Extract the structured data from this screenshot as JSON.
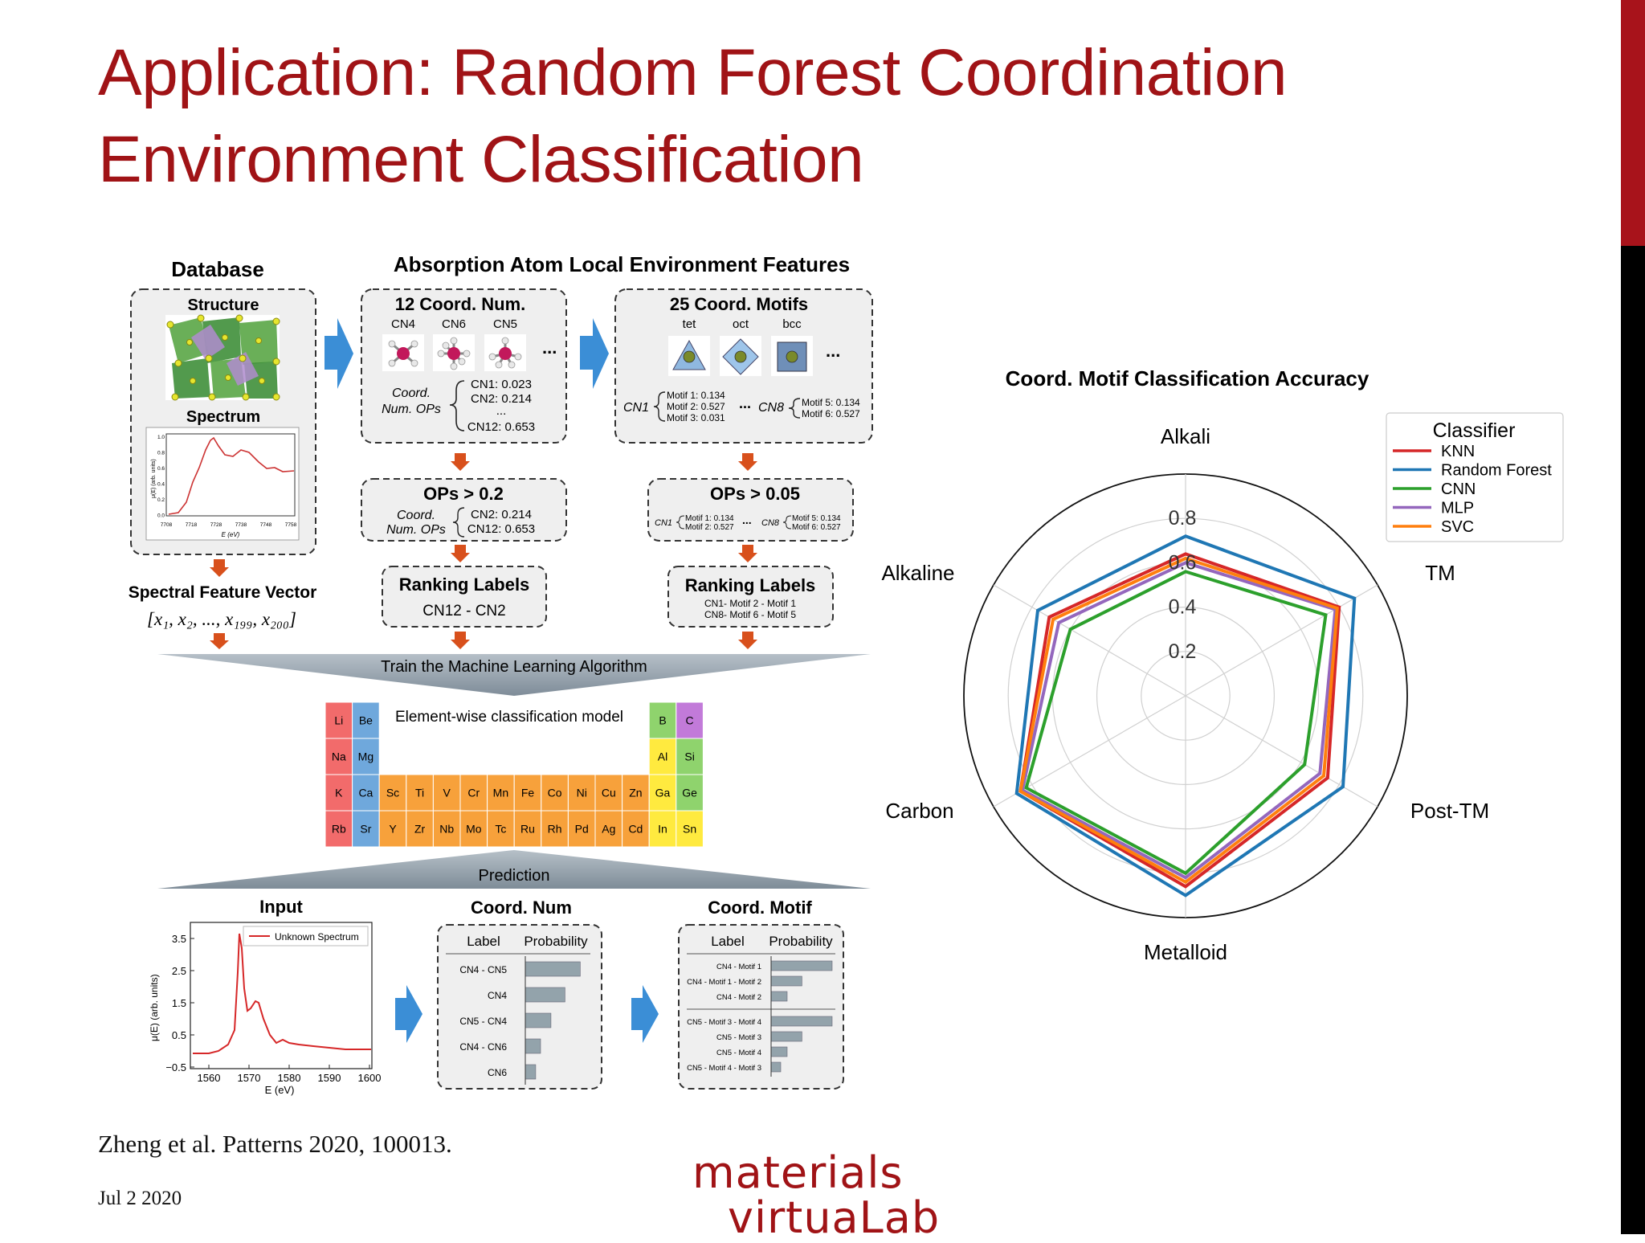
{
  "slide": {
    "title_line1": "Application: Random Forest Coordination",
    "title_line2": "Environment Classification",
    "citation": "Zheng et al. Patterns 2020, 100013.",
    "date": "Jul 2 2020",
    "logo_line1": "materials",
    "logo_line2": "virtuaLab"
  },
  "workflow": {
    "database_heading": "Database",
    "structure_label": "Structure",
    "spectrum_label": "Spectrum",
    "spectral_vector_label": "Spectral Feature Vector",
    "spectral_vector_formula": "[x₁, x₂, ..., x₁₉₉, x₂₀₀]",
    "features_heading": "Absorption Atom Local Environment Features",
    "coord_num_heading": "12 Coord. Num.",
    "cn_icons": [
      "CN4",
      "CN6",
      "CN5"
    ],
    "ellipsis": "...",
    "coord_num_ops_label1": "Coord.",
    "coord_num_ops_label2": "Num. OPs",
    "cn_ops_values": [
      "CN1: 0.023",
      "CN2: 0.214",
      "...",
      "CN12: 0.653"
    ],
    "coord_motif_heading": "25 Coord. Motifs",
    "motif_icons": [
      "tet",
      "oct",
      "bcc"
    ],
    "cn1_label": "CN1",
    "cn1_motifs": [
      "Motif 1: 0.134",
      "Motif 2: 0.527",
      "Motif 3: 0.031"
    ],
    "cn8_label": "CN8",
    "cn8_motifs": [
      "Motif 5: 0.134",
      "Motif 6: 0.527"
    ],
    "ops_threshold_left": "OPs > 0.2",
    "ops_left_values": [
      "CN2: 0.214",
      "CN12: 0.653"
    ],
    "ops_threshold_right": "OPs > 0.05",
    "ops_right_cn1": [
      "Motif 1: 0.134",
      "Motif 2: 0.527"
    ],
    "ops_right_cn8": [
      "Motif 5: 0.134",
      "Motif 6: 0.527"
    ],
    "ranking_labels": "Ranking Labels",
    "ranking_left_value": "CN12 - CN2",
    "ranking_right_values": [
      "CN1- Motif 2 - Motif 1",
      "CN8- Motif 6 - Motif 5"
    ],
    "train_banner": "Train the Machine Learning Algorithm",
    "model_caption": "Element-wise classification model",
    "prediction_banner": "Prediction",
    "input_heading": "Input",
    "legend_unknown": "Unknown Spectrum",
    "input_xlabel": "E (eV)",
    "input_ylabel": "μ(E) (arb. units)",
    "input_yticks": [
      "3.5",
      "2.5",
      "1.5",
      "0.5",
      "−0.5"
    ],
    "input_xticks": [
      "1560",
      "1570",
      "1580",
      "1590",
      "1600"
    ],
    "spectrum_xlabel": "E (eV)",
    "spectrum_ylabel": "μ(E) (arb. units)",
    "spectrum_yticks": [
      "1.0",
      "0.8",
      "0.6",
      "0.4",
      "0.2",
      "0.0"
    ],
    "spectrum_xticks": [
      "7708",
      "7718",
      "7728",
      "7738",
      "7748",
      "7758"
    ],
    "coord_num_result_heading": "Coord. Num",
    "coord_motif_result_heading": "Coord. Motif",
    "table_col_label": "Label",
    "table_col_prob": "Probability",
    "cn_predictions": [
      {
        "label": "CN4 - CN5",
        "p": 0.9
      },
      {
        "label": "CN4",
        "p": 0.65
      },
      {
        "label": "CN5 - CN4",
        "p": 0.42
      },
      {
        "label": "CN4 - CN6",
        "p": 0.25
      },
      {
        "label": "CN6",
        "p": 0.17
      }
    ],
    "motif_predictions": [
      {
        "label": "CN4 - Motif 1",
        "p": 0.95
      },
      {
        "label": "CN4 - Motif 1 - Motif 2",
        "p": 0.48
      },
      {
        "label": "CN4 - Motif 2",
        "p": 0.25
      },
      {
        "label": "CN5 - Motif 3 - Motif 4",
        "p": 0.95
      },
      {
        "label": "CN5 - Motif 3",
        "p": 0.48
      },
      {
        "label": "CN5 - Motif 4",
        "p": 0.25
      },
      {
        "label": "CN5 - Motif 4 - Motif 3",
        "p": 0.15
      }
    ],
    "periodic_table": {
      "left": [
        [
          "Li",
          "Be"
        ],
        [
          "Na",
          "Mg"
        ],
        [
          "K",
          "Ca"
        ],
        [
          "Rb",
          "Sr"
        ]
      ],
      "tm": [
        [
          "Sc",
          "Ti",
          "V",
          "Cr",
          "Mn",
          "Fe",
          "Co",
          "Ni",
          "Cu",
          "Zn"
        ],
        [
          "Y",
          "Zr",
          "Nb",
          "Mo",
          "Tc",
          "Ru",
          "Rh",
          "Pd",
          "Ag",
          "Cd"
        ]
      ],
      "right": [
        [
          "B",
          "C"
        ],
        [
          "Al",
          "Si"
        ],
        [
          "Ga",
          "Ge"
        ],
        [
          "In",
          "Sn"
        ]
      ]
    },
    "colors": {
      "alkali": "#f26b6b",
      "alkaline": "#6fa8dc",
      "tm": "#f7a13b",
      "metalloid": "#8fd36d",
      "post_tm": "#ffea3f",
      "carbon": "#c27ad9",
      "arrow_blue": "#3b8ed6",
      "arrow_orange": "#d8501c"
    }
  },
  "chart_data": {
    "type": "radar",
    "title": "Coord. Motif Classification Accuracy",
    "axes": [
      "Alkali",
      "TM",
      "Post-TM",
      "Metalloid",
      "Carbon",
      "Alkaline"
    ],
    "rlim": [
      0,
      1
    ],
    "r_ticks": [
      "0.2",
      "0.4",
      "0.6",
      "0.8"
    ],
    "legend_title": "Classifier",
    "legend_position": "top-right",
    "series": [
      {
        "name": "KNN",
        "color": "#d62728",
        "values": [
          0.64,
          0.8,
          0.74,
          0.86,
          0.86,
          0.71
        ]
      },
      {
        "name": "Random Forest",
        "color": "#1f77b4",
        "values": [
          0.72,
          0.88,
          0.82,
          0.9,
          0.88,
          0.77
        ]
      },
      {
        "name": "CNN",
        "color": "#2ca02c",
        "values": [
          0.56,
          0.73,
          0.62,
          0.8,
          0.83,
          0.6
        ]
      },
      {
        "name": "MLP",
        "color": "#9467bd",
        "values": [
          0.6,
          0.78,
          0.7,
          0.82,
          0.85,
          0.66
        ]
      },
      {
        "name": "SVC",
        "color": "#ff7f0e",
        "values": [
          0.62,
          0.79,
          0.72,
          0.84,
          0.86,
          0.69
        ]
      }
    ]
  }
}
